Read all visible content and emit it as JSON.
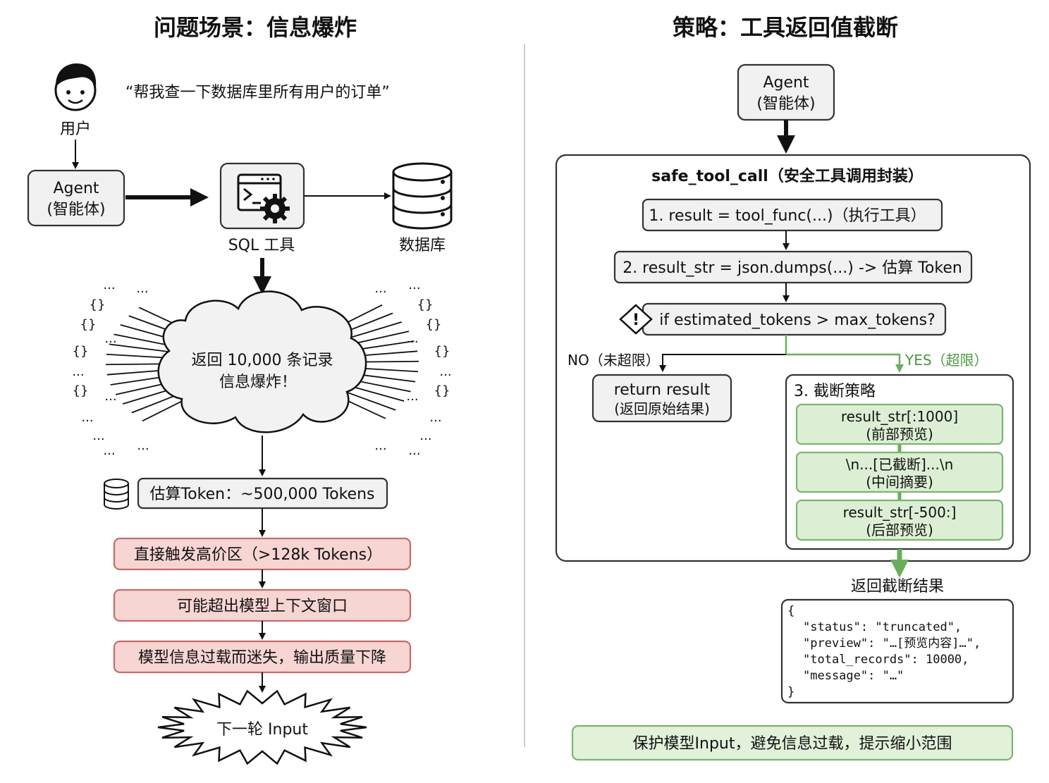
{
  "left_panel": {
    "title": "问题场景：信息爆炸",
    "user_label": "用户",
    "user_quote": "“帮我查一下数据库里所有用户的订单”",
    "agent_line1": "Agent",
    "agent_line2": "(智能体)",
    "sql_tool_label": "SQL 工具",
    "database_label": "数据库",
    "cloud_line1": "返回 10,000 条记录",
    "cloud_line2": "信息爆炸！",
    "scatter_braces": "{}",
    "scatter_dots": "...",
    "token_estimate": "估算Token：~500,000 Tokens",
    "consequence_1": "直接触发高价区（>128k Tokens）",
    "consequence_2": "可能超出模型上下文窗口",
    "consequence_3": "模型信息过载而迷失，输出质量下降",
    "next_input": "下一轮 Input"
  },
  "right_panel": {
    "title": "策略：工具返回值截断",
    "agent_line1": "Agent",
    "agent_line2": "(智能体)",
    "wrapper_title": "safe_tool_call（安全工具调用封装）",
    "step1": "1. result = tool_func(...)（执行工具）",
    "step2": "2. result_str = json.dumps(...) -> 估算 Token",
    "decision": "if estimated_tokens > max_tokens?",
    "decision_icon": "!",
    "no_label": "NO（未超限）",
    "yes_label": "YES（超限）",
    "return_line1": "return result",
    "return_line2": "(返回原始结果)",
    "truncate_title": "3. 截断策略",
    "seg1_line1": "result_str[:1000]",
    "seg1_line2": "(前部预览)",
    "seg2_line1": "\\n...[已截断]...\\n",
    "seg2_line2": "(中间摘要)",
    "seg3_line1": "result_str[-500:]",
    "seg3_line2": "(后部预览)",
    "result_label": "返回截断结果",
    "json_open": "{",
    "json_line1": "\"status\": \"truncated\",",
    "json_line2": "\"preview\": \"…[预览内容]…\",",
    "json_line3": "\"total_records\": 10000,",
    "json_line4": "\"message\": \"…\"",
    "json_close": "}",
    "footer": "保护模型Input，避免信息过载，提示缩小范围"
  },
  "colors": {
    "red_fill": "#f6d5d3",
    "red_stroke": "#c76b6b",
    "green_fill": "#dcefd5",
    "green_stroke": "#7cb56e",
    "gray_fill": "#f1f1f1"
  }
}
